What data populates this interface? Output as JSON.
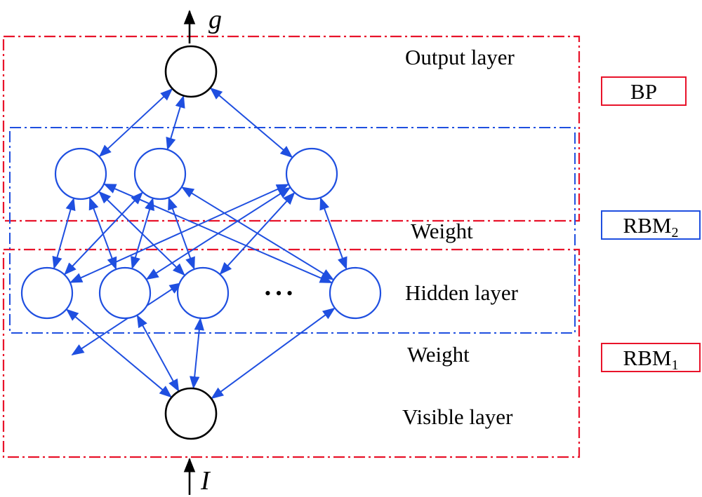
{
  "labels": {
    "output_layer": "Output layer",
    "weight_top": "Weight",
    "hidden_layer": "Hidden layer",
    "weight_bottom": "Weight",
    "visible_layer": "Visible layer"
  },
  "variables": {
    "output": "g",
    "input": "I"
  },
  "legend": {
    "bp": {
      "text": "BP",
      "color": "#e8132a"
    },
    "rbm2": {
      "base": "RBM",
      "sub": "2",
      "color": "#1f4fe0"
    },
    "rbm1": {
      "base": "RBM",
      "sub": "1",
      "color": "#e8132a"
    }
  },
  "ellipsis": "• • •",
  "colors": {
    "edge": "#1f4fe0",
    "region_red": "#e8132a",
    "region_blue": "#1f4fe0",
    "node_black": "#000000"
  }
}
